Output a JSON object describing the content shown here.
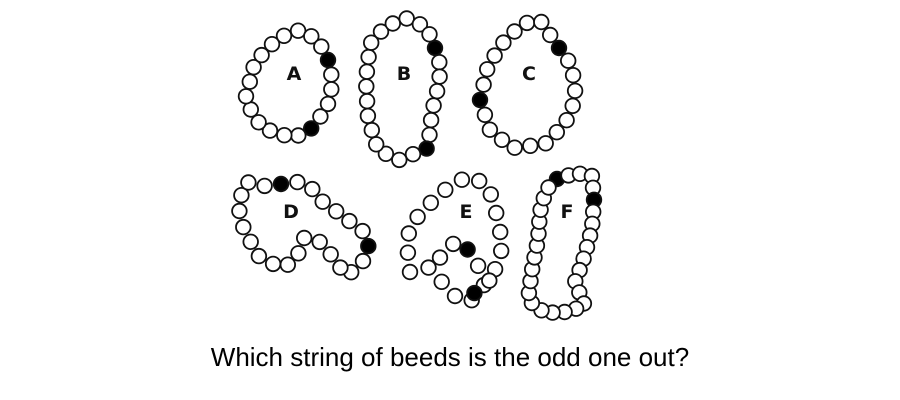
{
  "question": "Which string of beeds is the odd one out?",
  "colors": {
    "bead_outline": "#111111",
    "bead_fill": "#ffffff",
    "black_bead": "#000000"
  },
  "strings": [
    {
      "id": "A",
      "label": "A",
      "beads": 20,
      "black_beads": 2
    },
    {
      "id": "B",
      "label": "B",
      "beads": 24,
      "black_beads": 2
    },
    {
      "id": "C",
      "label": "C",
      "beads": 22,
      "black_beads": 2
    },
    {
      "id": "D",
      "label": "D",
      "beads": 24,
      "black_beads": 2
    },
    {
      "id": "E",
      "label": "E",
      "beads": 24,
      "black_beads": 2
    },
    {
      "id": "F",
      "label": "F",
      "beads": 30,
      "black_beads": 2
    }
  ]
}
